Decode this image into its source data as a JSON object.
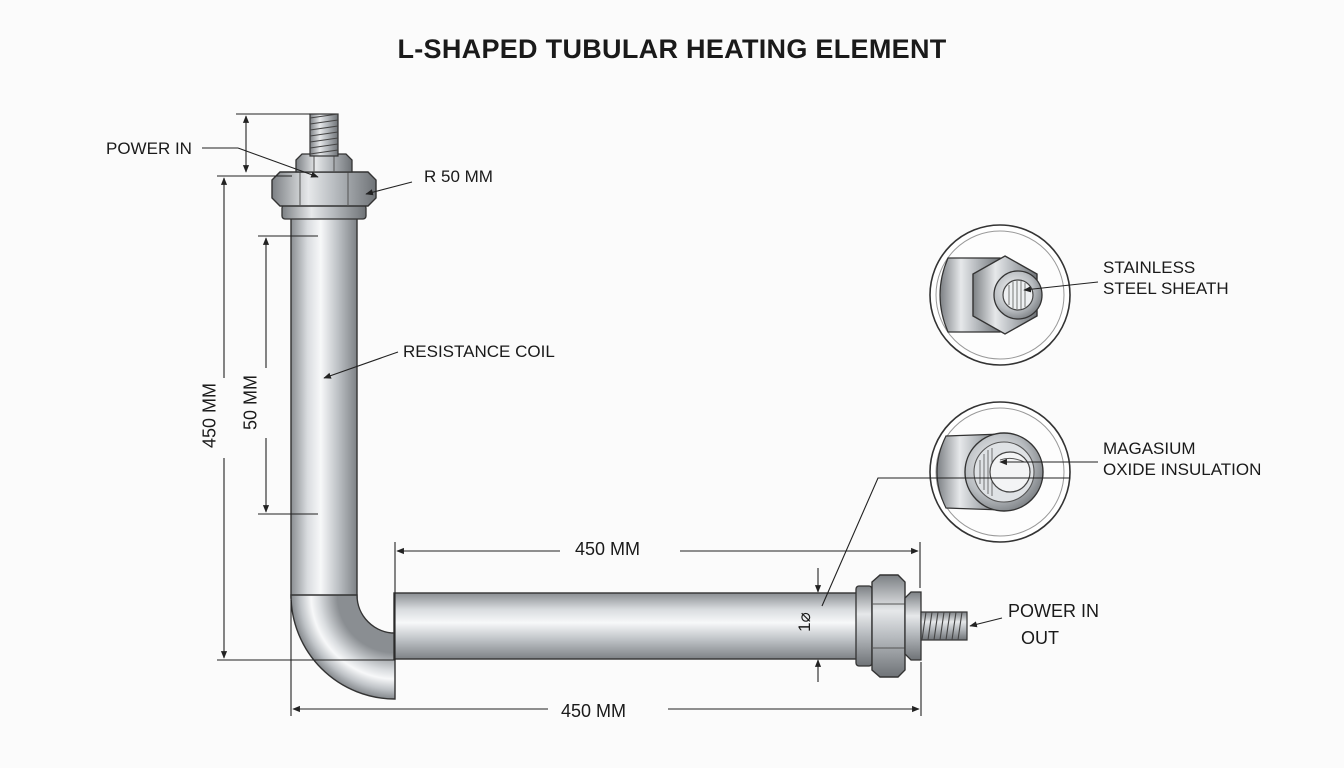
{
  "title": "L-SHAPED TUBULAR HEATING ELEMENT",
  "labels": {
    "power_in_top": "POWER IN",
    "radius": "R 50 MM",
    "resistance_coil": "RESISTANCE COIL",
    "sheath_line1": "STAINLESS",
    "sheath_line2": "STEEL SHEATH",
    "insulation_line1": "MAGASIUM",
    "insulation_line2": "OXIDE INSULATION",
    "power_out_line1": "POWER IN",
    "power_out_line2": "OUT"
  },
  "dimensions": {
    "overall_height": "450 MM",
    "inner_height": "50 MM",
    "horizontal_leg": "450 MM",
    "overall_width": "450 MM",
    "tube_diameter": "1⌀"
  },
  "colors": {
    "background": "#fbfbfb",
    "line": "#222222",
    "metal_light": "#f2f3f4",
    "metal_mid": "#c4c7cb",
    "metal_dark": "#7d8185"
  }
}
